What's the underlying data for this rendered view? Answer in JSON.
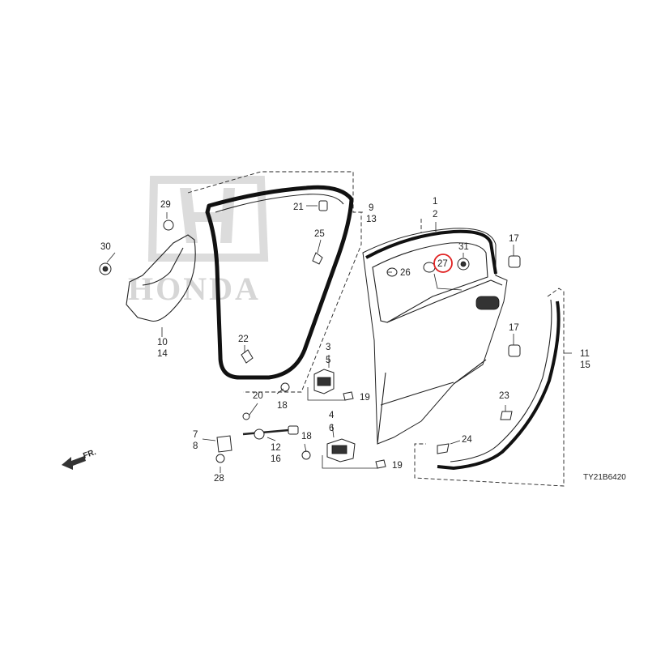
{
  "watermark": {
    "brand": "HONDA"
  },
  "diagram_code": "TY21B6420",
  "direction_label": "FR.",
  "highlight_color": "#e02020",
  "callouts": {
    "p1": "1",
    "p2": "2",
    "p3": "3",
    "p4": "4",
    "p5": "5",
    "p6": "6",
    "p7": "7",
    "p8": "8",
    "p9": "9",
    "p10": "10",
    "p11": "11",
    "p12": "12",
    "p13": "13",
    "p14": "14",
    "p15": "15",
    "p16": "16",
    "p17a": "17",
    "p17b": "17",
    "p18a": "18",
    "p18b": "18",
    "p19a": "19",
    "p19b": "19",
    "p20": "20",
    "p21": "21",
    "p22": "22",
    "p23": "23",
    "p24": "24",
    "p25": "25",
    "p26": "26",
    "p27": "27",
    "p28": "28",
    "p29": "29",
    "p30": "30",
    "p31": "31"
  }
}
